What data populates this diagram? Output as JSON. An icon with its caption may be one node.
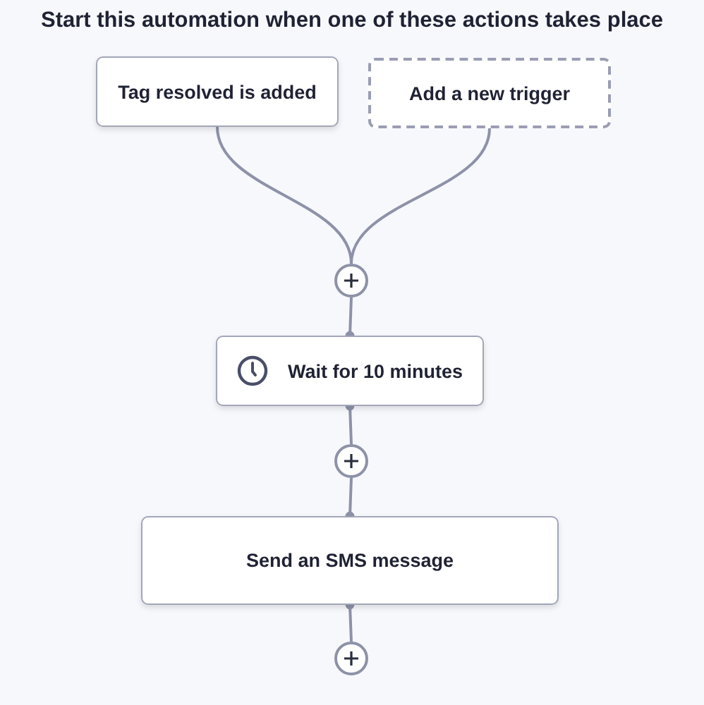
{
  "diagram": {
    "title": "Start this automation when one of these actions takes place",
    "nodes": [
      {
        "text": [
          "Tag resolved is added"
        ]
      },
      {
        "text": [
          "Add a new trigger"
        ]
      },
      {
        "text": [],
        "shape": "circle"
      },
      {
        "text": [
          "Wait for 10 minutes"
        ]
      },
      {
        "text": [],
        "shape": "circle"
      },
      {
        "text": [
          "Send an SMS message"
        ]
      },
      {
        "text": [],
        "shape": "circle"
      }
    ],
    "edges": [
      {
        "from": 0,
        "to": 2,
        "arrow": "none"
      },
      {
        "from": 1,
        "to": 2,
        "arrow": "none"
      },
      {
        "from": 3,
        "to": 2,
        "arrow": "other"
      },
      {
        "from": 3,
        "to": 4,
        "arrow": "other"
      },
      {
        "from": 5,
        "to": 4,
        "arrow": "other"
      },
      {
        "from": 5,
        "to": 6,
        "arrow": "other"
      }
    ]
  }
}
